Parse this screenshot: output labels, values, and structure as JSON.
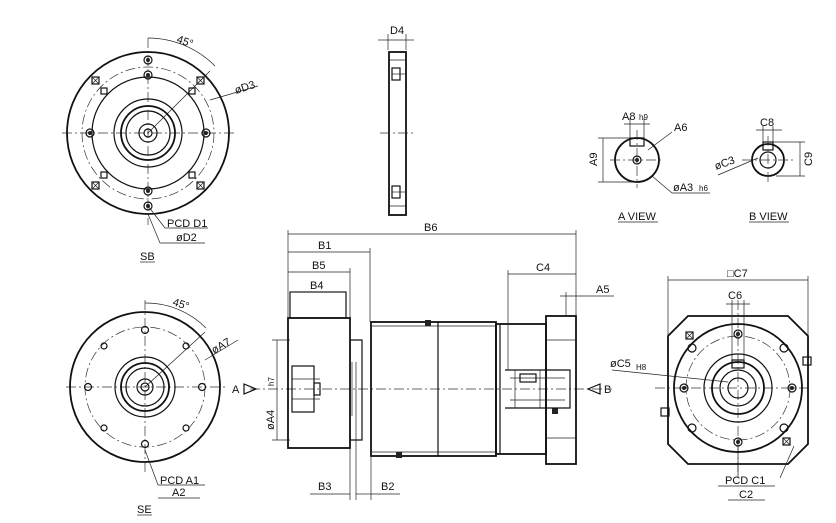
{
  "labels": {
    "d4": "D4",
    "angle_sb": "45°",
    "d3": "øD3",
    "pcd_d1": "PCD D1",
    "d2": "øD2",
    "sb": "SB",
    "a8": "A8",
    "a8_tol": "h9",
    "a6": "A6",
    "a9": "A9",
    "a3": "øA3",
    "a3_tol": "h6",
    "a_view": "A VIEW",
    "c8": "C8",
    "c3": "øC3",
    "c9": "C9",
    "b_view": "B VIEW",
    "b1": "B1",
    "b6": "B6",
    "b5": "B5",
    "c4": "C4",
    "b4": "B4",
    "a5": "A5",
    "angle_se": "45°",
    "a7": "øA7",
    "a_arrow": "A",
    "a4": "øA4",
    "a4_tol": "h7",
    "b_arrow": "B",
    "pcd_a1": "PCD A1",
    "a2": "A2",
    "se": "SE",
    "b3": "B3",
    "b2": "B2",
    "c7": "□C7",
    "c6": "C6",
    "c5": "øC5",
    "c5_tol": "H8",
    "pcd_c1": "PCD C1",
    "c2": "C2"
  }
}
